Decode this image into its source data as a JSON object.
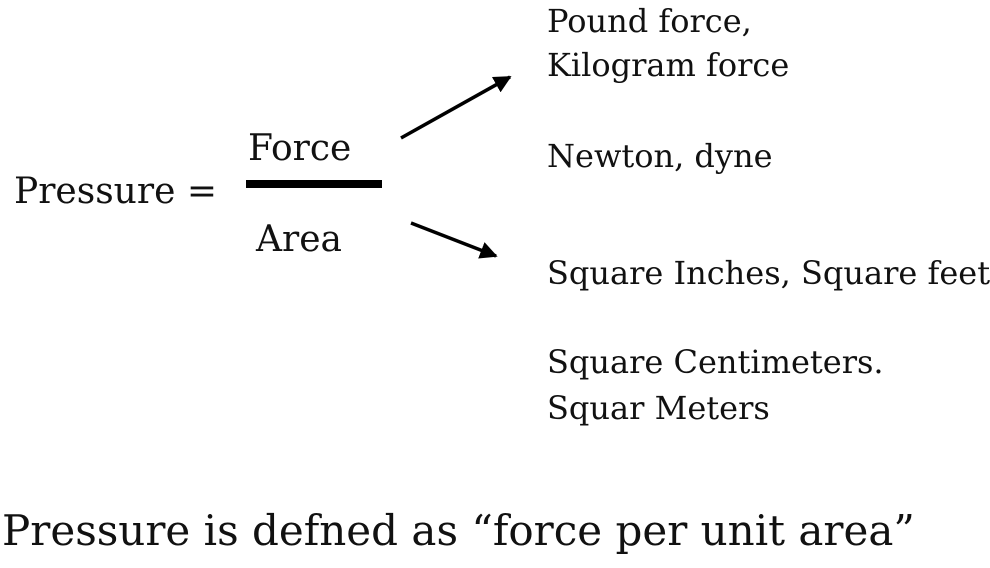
{
  "equation": {
    "lhs": "Pressure =",
    "numerator": "Force",
    "denominator": "Area"
  },
  "force_units": [
    "Pound force,",
    "Kilogram force",
    "Newton, dyne"
  ],
  "area_units": [
    "Square Inches, Square feet",
    "Square Centimeters.",
    "Squar Meters"
  ],
  "caption": "Pressure is defned as “force per unit area”",
  "colors": {
    "text": "#111111",
    "lines": "#000000",
    "background": "#ffffff"
  }
}
